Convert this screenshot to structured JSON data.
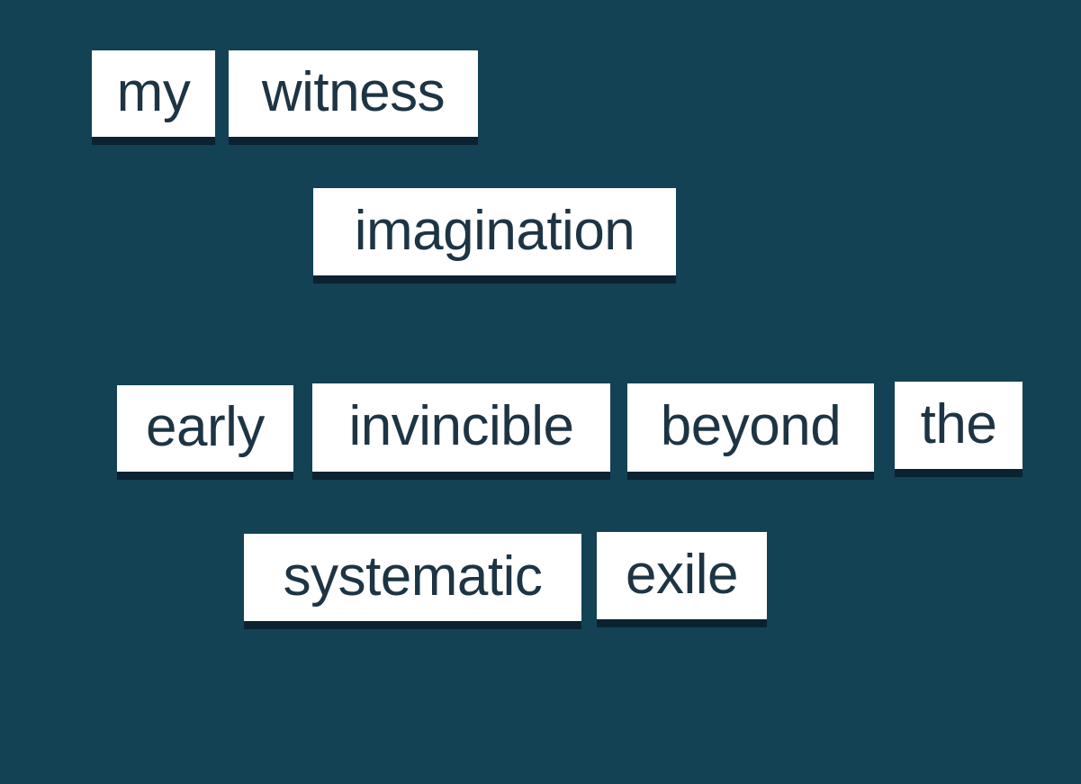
{
  "board": {
    "background_color": "#134254",
    "tile_color": "#ffffff",
    "text_color": "#1d3444",
    "shadow_color": "#0b2230"
  },
  "tiles": [
    {
      "word": "my"
    },
    {
      "word": "witness"
    },
    {
      "word": "imagination"
    },
    {
      "word": "early"
    },
    {
      "word": "invincible"
    },
    {
      "word": "beyond"
    },
    {
      "word": "the"
    },
    {
      "word": "systematic"
    },
    {
      "word": "exile"
    }
  ]
}
